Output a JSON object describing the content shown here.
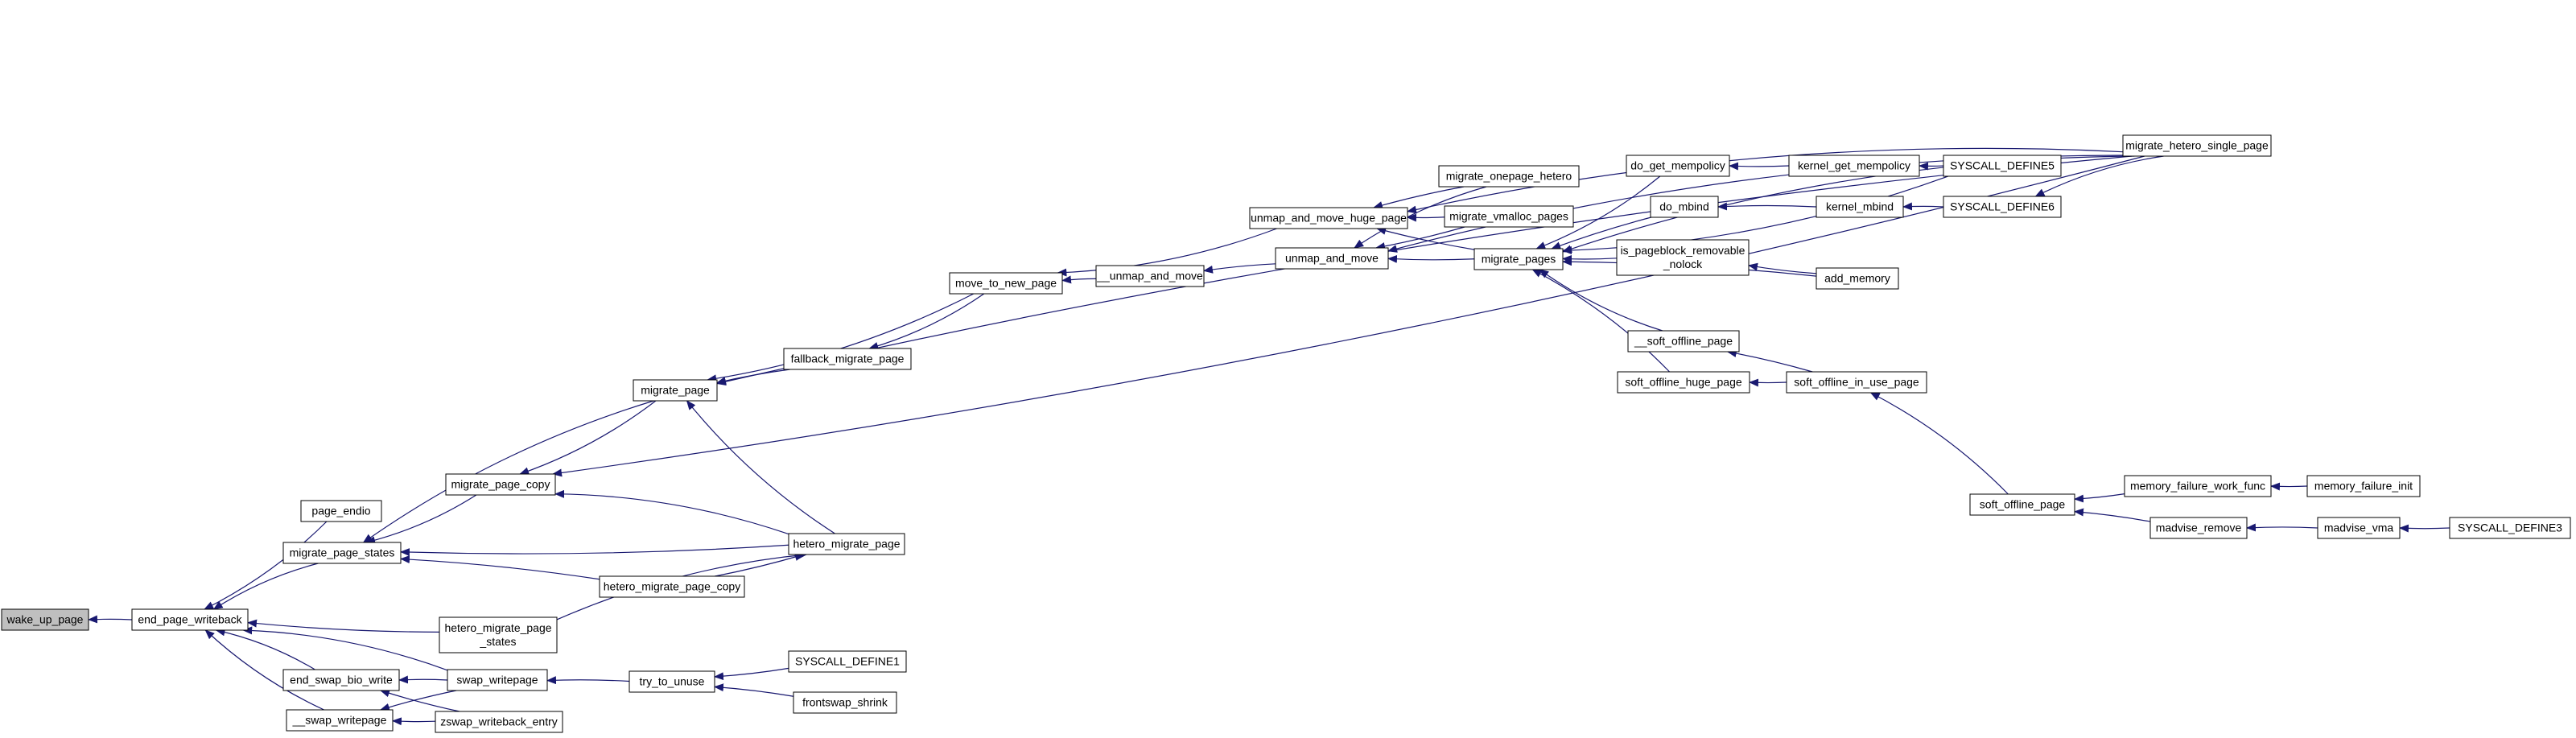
{
  "diagram": {
    "type": "call-graph",
    "edge_color": "#191970",
    "root_fill": "#bfbfbf",
    "nodes": [
      {
        "id": "wake_up_page",
        "lines": [
          "wake_up_page"
        ],
        "root": true
      },
      {
        "id": "end_page_writeback",
        "lines": [
          "end_page_writeback"
        ]
      },
      {
        "id": "page_endio",
        "lines": [
          "page_endio"
        ]
      },
      {
        "id": "migrate_page_states",
        "lines": [
          "migrate_page_states"
        ]
      },
      {
        "id": "hetero_migrate_page_states",
        "lines": [
          "hetero_migrate_page",
          "_states"
        ]
      },
      {
        "id": "end_swap_bio_write",
        "lines": [
          "end_swap_bio_write"
        ]
      },
      {
        "id": "__swap_writepage",
        "lines": [
          "__swap_writepage"
        ]
      },
      {
        "id": "swap_writepage",
        "lines": [
          "swap_writepage"
        ]
      },
      {
        "id": "zswap_writeback_entry",
        "lines": [
          "zswap_writeback_entry"
        ]
      },
      {
        "id": "migrate_page_copy",
        "lines": [
          "migrate_page_copy"
        ]
      },
      {
        "id": "migrate_page",
        "lines": [
          "migrate_page"
        ]
      },
      {
        "id": "hetero_migrate_page",
        "lines": [
          "hetero_migrate_page"
        ]
      },
      {
        "id": "hetero_migrate_page_copy",
        "lines": [
          "hetero_migrate_page_copy"
        ]
      },
      {
        "id": "try_to_unuse",
        "lines": [
          "try_to_unuse"
        ]
      },
      {
        "id": "SYSCALL_DEFINE1",
        "lines": [
          "SYSCALL_DEFINE1"
        ]
      },
      {
        "id": "frontswap_shrink",
        "lines": [
          "frontswap_shrink"
        ]
      },
      {
        "id": "fallback_migrate_page",
        "lines": [
          "fallback_migrate_page"
        ]
      },
      {
        "id": "move_to_new_page",
        "lines": [
          "move_to_new_page"
        ]
      },
      {
        "id": "__unmap_and_move",
        "lines": [
          "__unmap_and_move"
        ]
      },
      {
        "id": "unmap_and_move",
        "lines": [
          "unmap_and_move"
        ]
      },
      {
        "id": "unmap_and_move_huge_page",
        "lines": [
          "unmap_and_move_huge_page"
        ]
      },
      {
        "id": "migrate_onepage_hetero",
        "lines": [
          "migrate_onepage_hetero"
        ]
      },
      {
        "id": "migrate_vmalloc_pages",
        "lines": [
          "migrate_vmalloc_pages"
        ]
      },
      {
        "id": "migrate_pages",
        "lines": [
          "migrate_pages"
        ]
      },
      {
        "id": "do_get_mempolicy",
        "lines": [
          "do_get_mempolicy"
        ]
      },
      {
        "id": "do_mbind",
        "lines": [
          "do_mbind"
        ]
      },
      {
        "id": "is_pageblock_removable_nolock",
        "lines": [
          "is_pageblock_removable",
          "_nolock"
        ]
      },
      {
        "id": "__soft_offline_page",
        "lines": [
          "__soft_offline_page"
        ]
      },
      {
        "id": "soft_offline_huge_page",
        "lines": [
          "soft_offline_huge_page"
        ]
      },
      {
        "id": "kernel_get_mempolicy",
        "lines": [
          "kernel_get_mempolicy"
        ]
      },
      {
        "id": "kernel_mbind",
        "lines": [
          "kernel_mbind"
        ]
      },
      {
        "id": "add_memory",
        "lines": [
          "add_memory"
        ]
      },
      {
        "id": "soft_offline_in_use_page",
        "lines": [
          "soft_offline_in_use_page"
        ]
      },
      {
        "id": "SYSCALL_DEFINE5",
        "lines": [
          "SYSCALL_DEFINE5"
        ]
      },
      {
        "id": "SYSCALL_DEFINE6",
        "lines": [
          "SYSCALL_DEFINE6"
        ]
      },
      {
        "id": "migrate_hetero_single_page",
        "lines": [
          "migrate_hetero_single_page"
        ]
      },
      {
        "id": "soft_offline_page",
        "lines": [
          "soft_offline_page"
        ]
      },
      {
        "id": "memory_failure_work_func",
        "lines": [
          "memory_failure_work_func"
        ]
      },
      {
        "id": "memory_failure_init",
        "lines": [
          "memory_failure_init"
        ]
      },
      {
        "id": "madvise_remove",
        "lines": [
          "madvise_remove"
        ]
      },
      {
        "id": "madvise_vma",
        "lines": [
          "madvise_vma"
        ]
      },
      {
        "id": "SYSCALL_DEFINE3",
        "lines": [
          "SYSCALL_DEFINE3"
        ]
      }
    ],
    "edges": [
      [
        "end_page_writeback",
        "wake_up_page"
      ],
      [
        "page_endio",
        "end_page_writeback"
      ],
      [
        "migrate_page_states",
        "end_page_writeback"
      ],
      [
        "hetero_migrate_page_states",
        "end_page_writeback"
      ],
      [
        "end_swap_bio_write",
        "end_page_writeback"
      ],
      [
        "__swap_writepage",
        "end_page_writeback"
      ],
      [
        "swap_writepage",
        "end_page_writeback"
      ],
      [
        "migrate_page_copy",
        "migrate_page_states"
      ],
      [
        "migrate_page",
        "migrate_page_states"
      ],
      [
        "hetero_migrate_page",
        "migrate_page_states"
      ],
      [
        "hetero_migrate_page_copy",
        "migrate_page_states"
      ],
      [
        "hetero_migrate_page_states",
        "hetero_migrate_page"
      ],
      [
        "swap_writepage",
        "end_swap_bio_write"
      ],
      [
        "zswap_writeback_entry",
        "end_swap_bio_write"
      ],
      [
        "swap_writepage",
        "__swap_writepage"
      ],
      [
        "zswap_writeback_entry",
        "__swap_writepage"
      ],
      [
        "try_to_unuse",
        "swap_writepage"
      ],
      [
        "SYSCALL_DEFINE1",
        "try_to_unuse"
      ],
      [
        "frontswap_shrink",
        "try_to_unuse"
      ],
      [
        "migrate_page",
        "migrate_page_copy"
      ],
      [
        "hetero_migrate_page",
        "migrate_page_copy"
      ],
      [
        "migrate_hetero_single_page",
        "migrate_page_copy"
      ],
      [
        "hetero_migrate_page_copy",
        "hetero_migrate_page"
      ],
      [
        "hetero_migrate_page",
        "migrate_page"
      ],
      [
        "fallback_migrate_page",
        "migrate_page"
      ],
      [
        "move_to_new_page",
        "migrate_page"
      ],
      [
        "migrate_hetero_single_page",
        "migrate_page"
      ],
      [
        "move_to_new_page",
        "fallback_migrate_page"
      ],
      [
        "__unmap_and_move",
        "move_to_new_page"
      ],
      [
        "unmap_and_move_huge_page",
        "move_to_new_page"
      ],
      [
        "unmap_and_move",
        "__unmap_and_move"
      ],
      [
        "migrate_pages",
        "unmap_and_move"
      ],
      [
        "migrate_onepage_hetero",
        "unmap_and_move"
      ],
      [
        "migrate_vmalloc_pages",
        "unmap_and_move"
      ],
      [
        "migrate_hetero_single_page",
        "unmap_and_move"
      ],
      [
        "migrate_pages",
        "unmap_and_move_huge_page"
      ],
      [
        "migrate_onepage_hetero",
        "unmap_and_move_huge_page"
      ],
      [
        "migrate_vmalloc_pages",
        "unmap_and_move_huge_page"
      ],
      [
        "migrate_hetero_single_page",
        "unmap_and_move_huge_page"
      ],
      [
        "do_get_mempolicy",
        "migrate_pages"
      ],
      [
        "do_mbind",
        "migrate_pages"
      ],
      [
        "is_pageblock_removable_nolock",
        "migrate_pages"
      ],
      [
        "add_memory",
        "migrate_pages"
      ],
      [
        "__soft_offline_page",
        "migrate_pages"
      ],
      [
        "soft_offline_huge_page",
        "migrate_pages"
      ],
      [
        "SYSCALL_DEFINE5",
        "migrate_pages"
      ],
      [
        "migrate_hetero_single_page",
        "migrate_pages"
      ],
      [
        "kernel_get_mempolicy",
        "do_get_mempolicy"
      ],
      [
        "kernel_mbind",
        "do_mbind"
      ],
      [
        "SYSCALL_DEFINE5",
        "kernel_get_mempolicy"
      ],
      [
        "SYSCALL_DEFINE6",
        "kernel_mbind"
      ],
      [
        "add_memory",
        "is_pageblock_removable_nolock"
      ],
      [
        "soft_offline_in_use_page",
        "__soft_offline_page"
      ],
      [
        "soft_offline_in_use_page",
        "soft_offline_huge_page"
      ],
      [
        "soft_offline_page",
        "soft_offline_in_use_page"
      ],
      [
        "memory_failure_work_func",
        "soft_offline_page"
      ],
      [
        "madvise_remove",
        "soft_offline_page"
      ],
      [
        "memory_failure_init",
        "memory_failure_work_func"
      ],
      [
        "madvise_vma",
        "madvise_remove"
      ],
      [
        "SYSCALL_DEFINE3",
        "madvise_vma"
      ],
      [
        "migrate_hetero_single_page",
        "SYSCALL_DEFINE6"
      ]
    ]
  }
}
